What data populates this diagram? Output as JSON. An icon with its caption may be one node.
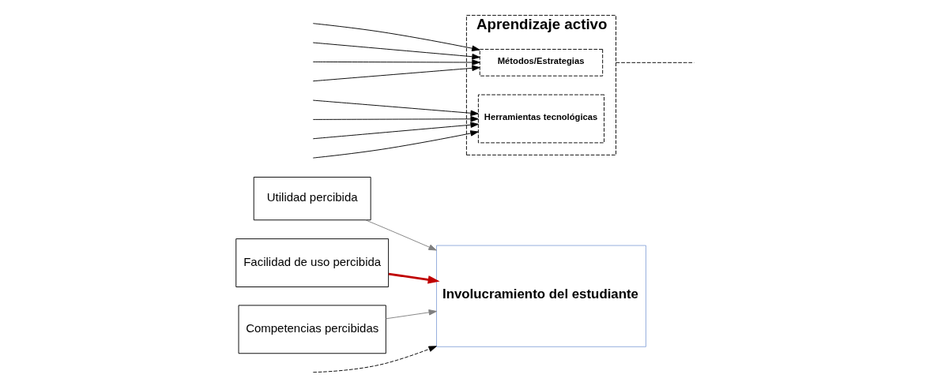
{
  "diagram": {
    "nodes": [
      {
        "text": [
          "Utilidad percibida"
        ]
      },
      {
        "text": [
          "Facilidad de uso percibida"
        ]
      },
      {
        "text": [
          "Competencias percibidas"
        ]
      },
      {
        "text": [
          "Aprendizaje activo"
        ]
      },
      {
        "text": [
          "Métodos/Estrategias"
        ],
        "in": 3
      },
      {
        "text": [
          "Herramientas tecnológicas"
        ],
        "in": 3
      },
      {
        "text": [
          "Involucramiento del estudiante"
        ]
      }
    ],
    "edges": [
      {
        "from": 0,
        "to": 6,
        "arrow": "to",
        "color": "#7f7f7f"
      },
      {
        "from": 1,
        "to": 6,
        "arrow": "to",
        "style": "thick",
        "color": "#c00000"
      },
      {
        "from": 2,
        "to": 6,
        "arrow": "to",
        "color": "#7f7f7f"
      },
      {
        "from": null,
        "to": 4,
        "arrow": "to",
        "color": "#000000"
      },
      {
        "from": null,
        "to": 4,
        "arrow": "to",
        "color": "#000000"
      },
      {
        "from": null,
        "to": 4,
        "arrow": "to",
        "color": "#000000"
      },
      {
        "from": null,
        "to": 4,
        "arrow": "to",
        "color": "#000000"
      },
      {
        "from": null,
        "to": 5,
        "arrow": "to",
        "color": "#000000"
      },
      {
        "from": null,
        "to": 5,
        "arrow": "to",
        "color": "#000000"
      },
      {
        "from": null,
        "to": 5,
        "arrow": "to",
        "color": "#000000"
      },
      {
        "from": null,
        "to": 5,
        "arrow": "to",
        "color": "#000000"
      },
      {
        "from": 3,
        "to": null,
        "arrow": "none",
        "style": "dashed",
        "color": "#000000"
      },
      {
        "from": null,
        "to": 6,
        "arrow": "to",
        "style": "dashed",
        "color": "#000000"
      }
    ]
  }
}
